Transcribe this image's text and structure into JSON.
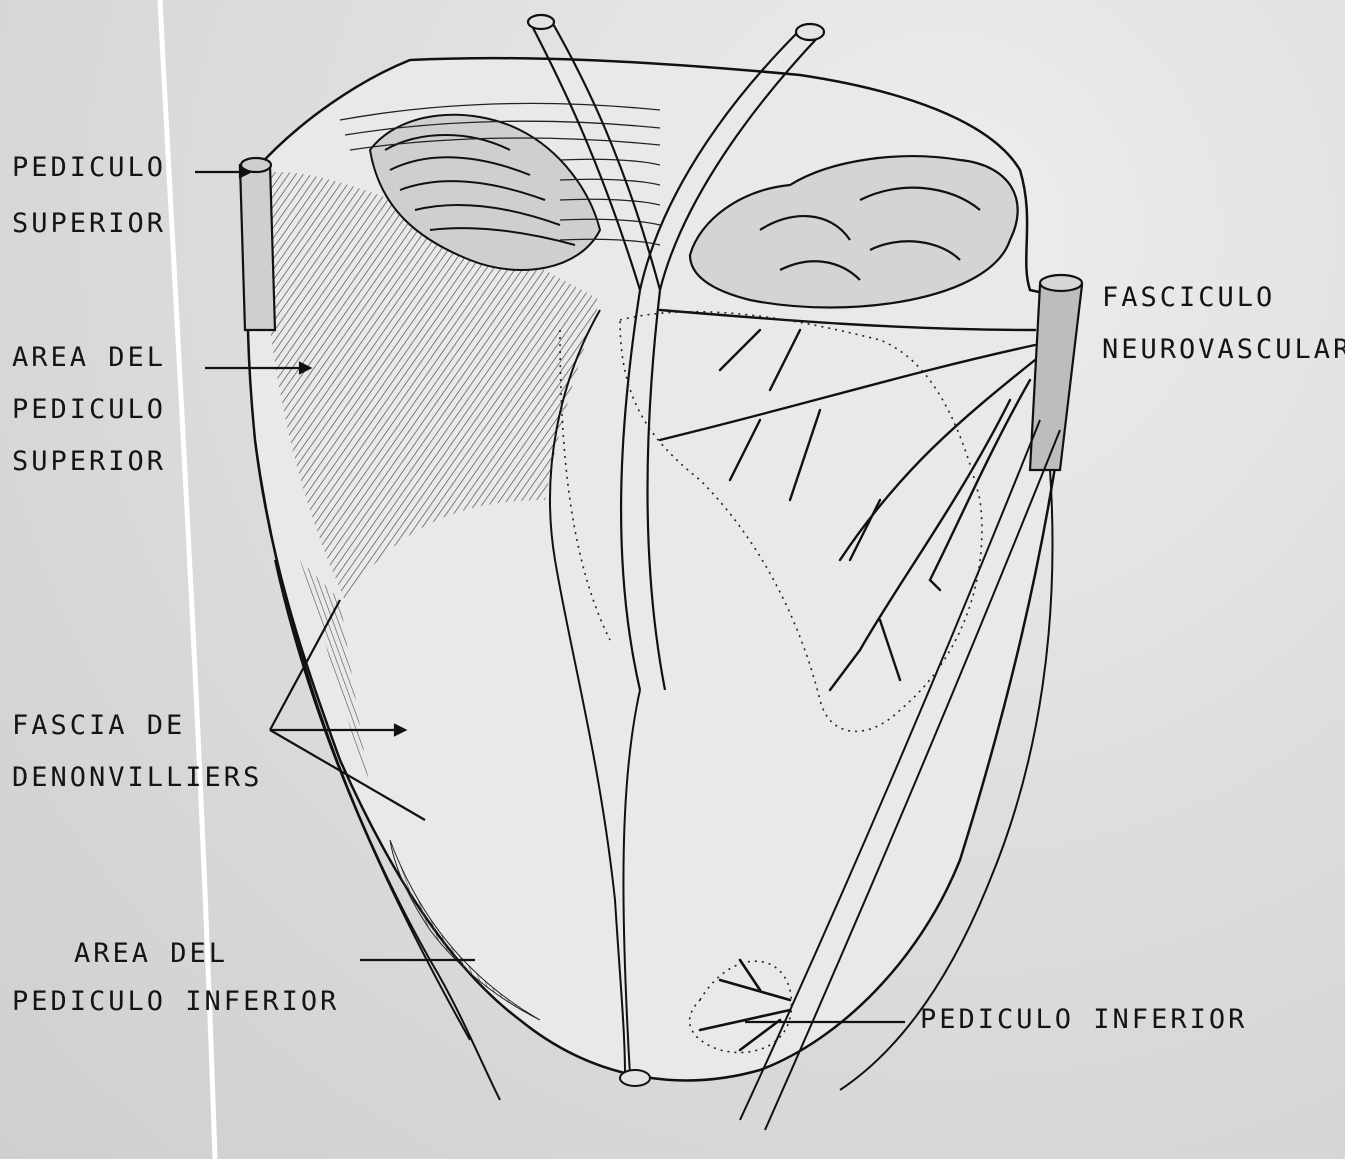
{
  "labels": {
    "pediculo_superior": [
      "PEDICULO",
      "SUPERIOR"
    ],
    "area_pediculo_superior": [
      "AREA DEL",
      "PEDICULO",
      "SUPERIOR"
    ],
    "fascia_denonvilliers": [
      "FASCIA DE",
      "DENONVILLIERS"
    ],
    "area_pediculo_inferior": [
      "AREA DEL",
      "PEDICULO INFERIOR"
    ],
    "fasciculo_neurovascular": [
      "FASCICULO",
      "NEUROVASCULAR"
    ],
    "pediculo_inferior": "PEDICULO INFERIOR"
  },
  "colors": {
    "ink": "#141414",
    "paper": "#dedede",
    "shade": "#5a5a5a"
  }
}
